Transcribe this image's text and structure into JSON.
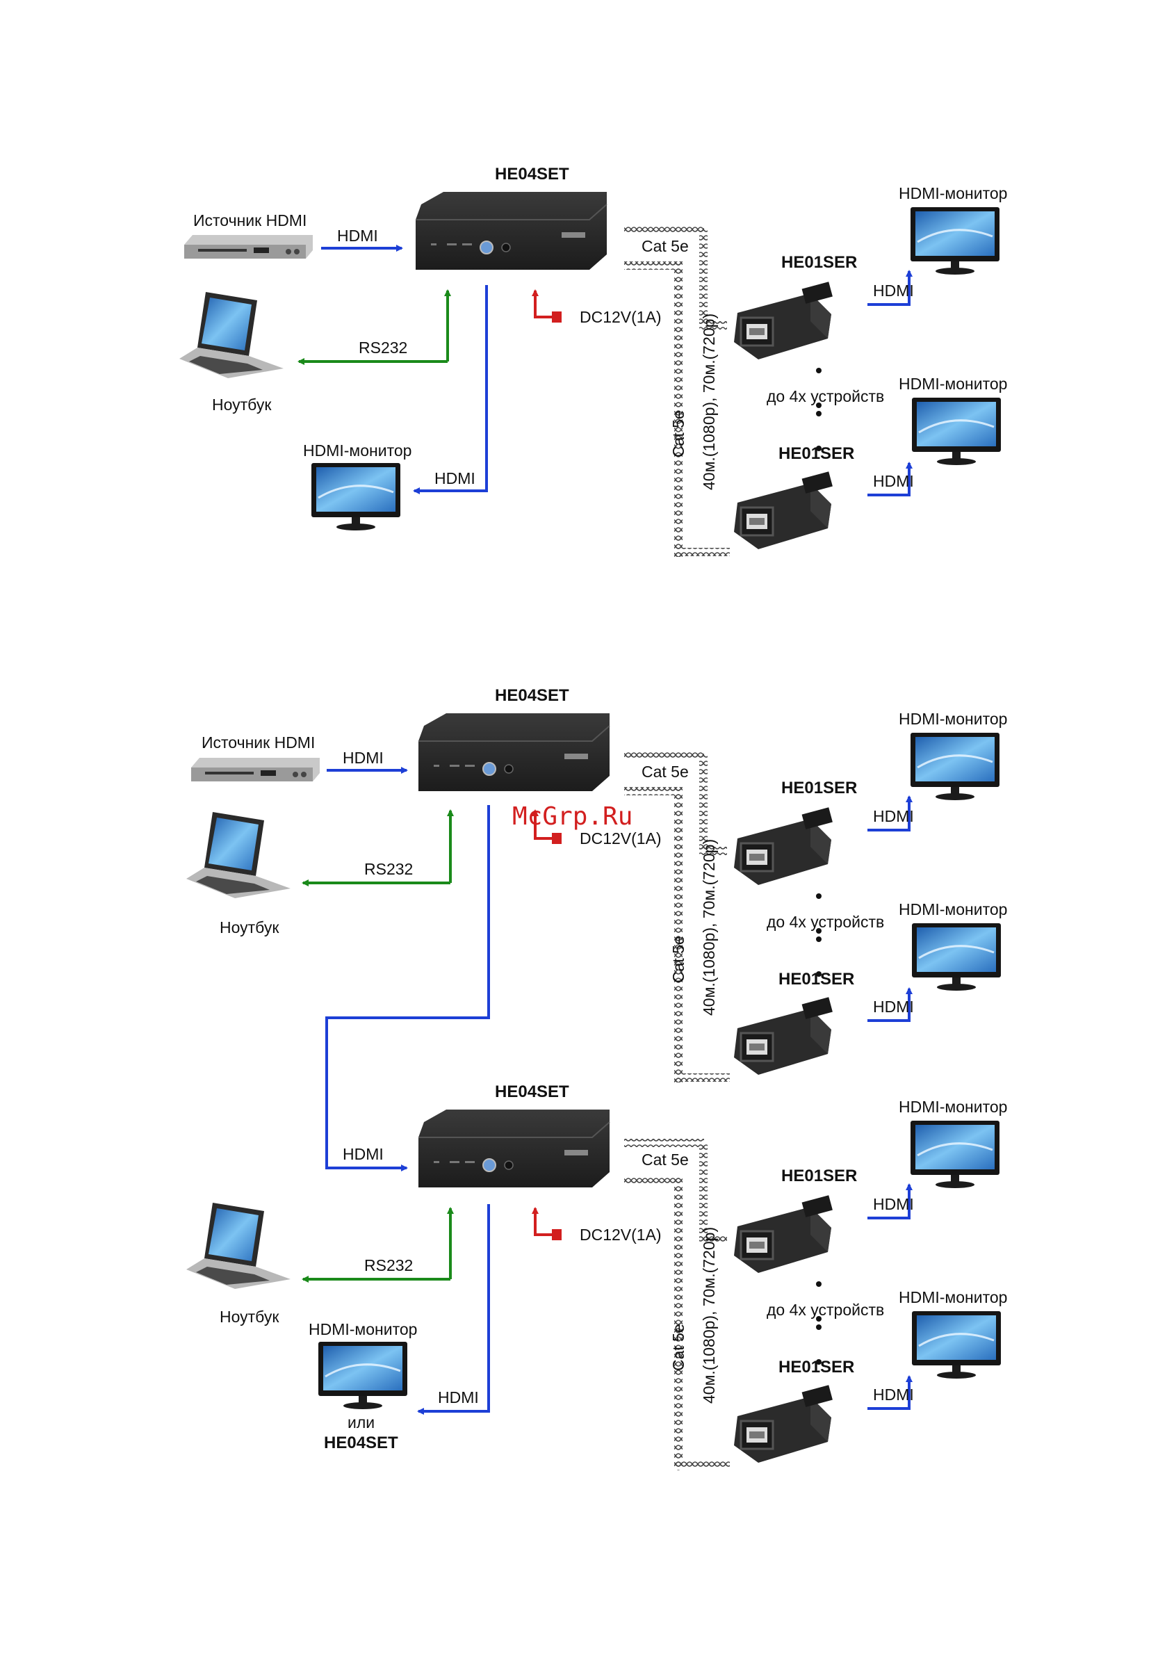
{
  "colors": {
    "hdmi": "#1d3fd6",
    "rs232": "#1a8a1a",
    "power": "#d21f1f",
    "watermark": "#d21f1f",
    "device": "#2a2a2a",
    "screen": "#3b8fd8"
  },
  "labels": {
    "set": "HE04SET",
    "ser": "HE01SER",
    "source": "Источник HDMI",
    "hdmi": "HDMI",
    "rs232": "RS232",
    "laptop": "Ноутбук",
    "monitor": "HDMI-монитор",
    "cat": "Cat 5e",
    "power": "DC12V(1A)",
    "count": "до 4х устройств",
    "distance": "40м.(1080р), 70м.(720р)",
    "or": "или"
  },
  "watermark": "McGrp.Ru"
}
